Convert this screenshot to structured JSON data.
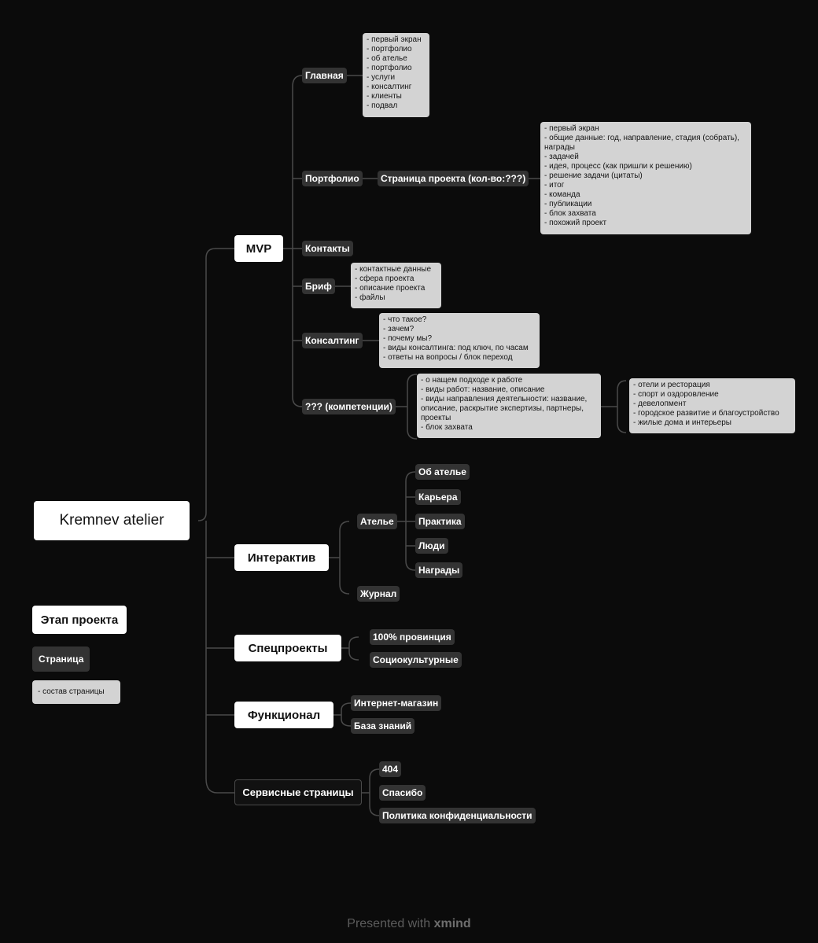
{
  "root": "Kremnev atelier",
  "stages": {
    "mvp": "MVP",
    "interactive": "Интерактив",
    "special": "Спецпроекты",
    "functional": "Функционал",
    "service": "Сервисные страницы"
  },
  "mvp": {
    "home": {
      "label": "Главная",
      "items": [
        "- первый экран",
        "- портфолио",
        "- об ателье",
        "- портфолио",
        "- услуги",
        "- консалтинг",
        "- клиенты",
        "- подвал"
      ]
    },
    "portfolio": {
      "label": "Портфолио",
      "project_page": "Страница проекта (кол-во:???)",
      "items": [
        "- первый экран",
        "- общие данные: год, направление, стадия (собрать), награды",
        "- задачей",
        "- идея, процесс (как пришли к решению)",
        "- решение задачи (цитаты)",
        "- итог",
        "- команда",
        "- публикации",
        "- блок захвата",
        "- похожий проект"
      ]
    },
    "contacts": {
      "label": "Контакты"
    },
    "brief": {
      "label": "Бриф",
      "items": [
        "- контактные данные",
        "- сфера проекта",
        "- описание проекта",
        "- файлы"
      ]
    },
    "consulting": {
      "label": "Консалтинг",
      "items": [
        "- что такое?",
        "- зачем?",
        "- почему мы?",
        "- виды консалтинга: под ключ, по часам",
        "- ответы на вопросы / блок переход"
      ]
    },
    "competencies": {
      "label": "??? (компетенции)",
      "items": [
        "- о нащем подходе к работе",
        "- виды работ: название, описание",
        "- виды направления деятельности: название, описание, раскрытие экспертизы, партнеры, проекты",
        "- блок захвата"
      ],
      "directions": [
        "- отели и ресторация",
        "- спорт и оздоровление",
        "- девелопмент",
        "- городское развитие и благоустройство",
        "- жилые дома и интерьеры"
      ]
    }
  },
  "interactive": {
    "atelier": {
      "label": "Ателье",
      "children": [
        "Об ателье",
        "Карьера",
        "Практика",
        "Люди",
        "Награды"
      ]
    },
    "journal": "Журнал"
  },
  "special": [
    "100% провинция",
    "Социокультурные"
  ],
  "functional": [
    "Интернет-магазин",
    "База знаний"
  ],
  "service": [
    "404",
    "Спасибо",
    "Политика конфиденциальности"
  ],
  "legend": {
    "stage": "Этап проекта",
    "page": "Страница",
    "content": "- состав страницы"
  },
  "footer": {
    "prefix": "Presented with",
    "brand": "xmind"
  },
  "colors": {
    "background": "#0b0b0b",
    "stage": "#ffffff",
    "page": "#333333",
    "content": "#d3d3d3",
    "connector": "#4a4a4a"
  }
}
